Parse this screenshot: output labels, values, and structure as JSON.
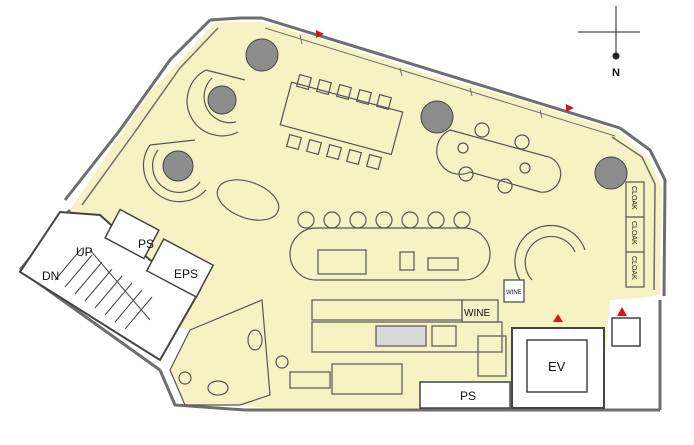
{
  "compass": {
    "north_label": "N"
  },
  "labels": {
    "stairs_up": "UP",
    "stairs_down": "DN",
    "ps_upper": "PS",
    "eps": "EPS",
    "ps_lower": "PS",
    "elevator": "EV",
    "wine_counter": "WINE",
    "wine_cabinet": "WINE",
    "cloak": [
      "CLOAK",
      "CLOAK",
      "CLOAK"
    ]
  },
  "colors": {
    "floor": "#f6f2c3",
    "wall": "#6e6e6e",
    "column": "#8c8c8c",
    "arrow": "#d01919"
  }
}
